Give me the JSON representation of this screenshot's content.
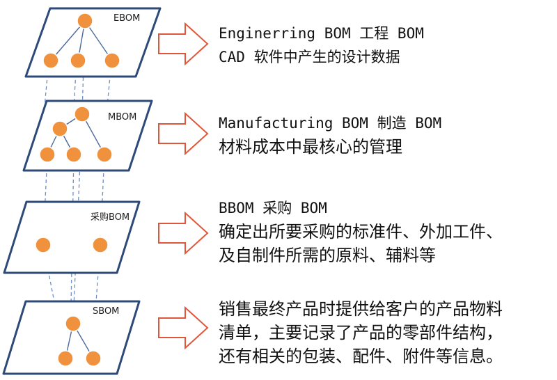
{
  "colors": {
    "layer_stroke": "#2d4a78",
    "node_fill": "#f0913d",
    "node_stroke": "#ffffff",
    "arrow_stroke": "#e0563a",
    "connector": "#4a6a9a",
    "link_line": "#6d8fc4"
  },
  "layers": [
    {
      "label": "EBOM",
      "desc": [
        {
          "text": "Enginerring BOM 工程 BOM",
          "style": "mixed"
        },
        {
          "text": "CAD 软件中产生的设计数据",
          "style": "mixed"
        }
      ]
    },
    {
      "label": "MBOM",
      "desc": [
        {
          "text": "Manufacturing BOM 制造 BOM",
          "style": "mixed"
        },
        {
          "text": "材料成本中最核心的管理",
          "style": "sans"
        }
      ]
    },
    {
      "label": "采购BOM",
      "desc": [
        {
          "text": "BBOM 采购 BOM",
          "style": "mixed"
        },
        {
          "text": "确定出所要采购的标准件、外加工件、",
          "style": "sans"
        },
        {
          "text": "及自制件所需的原料、辅料等",
          "style": "sans"
        }
      ]
    },
    {
      "label": "SBOM",
      "desc": [
        {
          "text": "销售最终产品时提供给客户的产品物料",
          "style": "sans"
        },
        {
          "text": "清单，主要记录了产品的零部件结构，",
          "style": "sans"
        },
        {
          "text": "还有相关的包装、配件、附件等信息。",
          "style": "sans"
        }
      ]
    }
  ]
}
